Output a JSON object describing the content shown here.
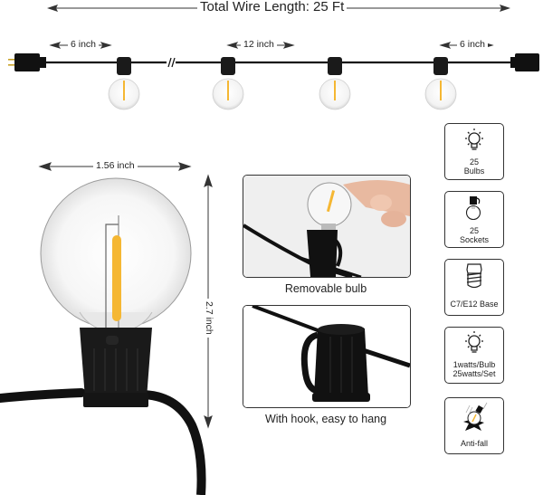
{
  "header": {
    "total_length_label": "Total Wire Length: 25 Ft"
  },
  "string_diagram": {
    "spacing_labels": {
      "left_lead": "6 inch",
      "between_bulbs": "12 inch",
      "right_lead": "6 inch"
    },
    "visible_bulbs": 4,
    "ends": [
      "male-plug",
      "female-end-connector"
    ]
  },
  "bulb_detail": {
    "width_label": "1.56 inch",
    "height_label": "2.7 inch"
  },
  "feature_photos": [
    {
      "caption": "Removable bulb"
    },
    {
      "caption": "With hook, easy to hang"
    }
  ],
  "spec_cards": [
    {
      "icon": "lightbulb-icon",
      "line1": "25",
      "line2": "Bulbs"
    },
    {
      "icon": "socket-bulb-icon",
      "line1": "25",
      "line2": "Sockets"
    },
    {
      "icon": "screw-base-icon",
      "line1": "C7/E12 Base",
      "line2": ""
    },
    {
      "icon": "lightbulb-icon",
      "line1": "1watts/Bulb",
      "line2": "25watts/Set"
    },
    {
      "icon": "shatterproof-bulb-icon",
      "line1": "Anti-fall",
      "line2": ""
    }
  ],
  "colors": {
    "filament": "#f5b733",
    "socket": "#1a1a1a",
    "wire": "#111111",
    "line": "#333333"
  }
}
